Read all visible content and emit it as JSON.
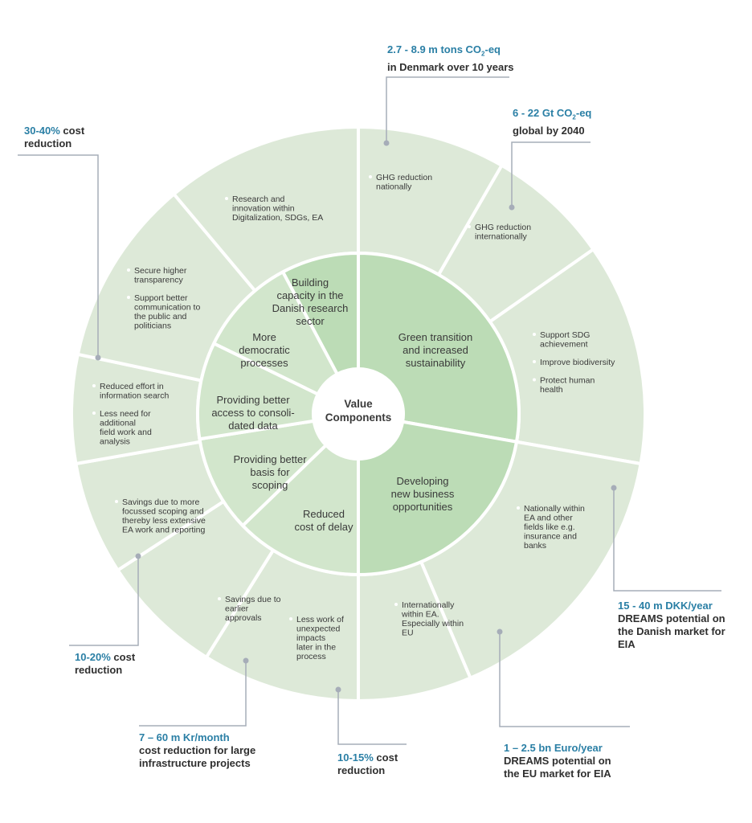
{
  "colors": {
    "outer_fill": "#dde9d8",
    "mid_fill": "#d2e6cc",
    "inner_fill": "#bcdcb6",
    "separator": "#ffffff",
    "center_fill": "#ffffff",
    "callout_accent": "#2a7fa5",
    "leader": "#a6adb8",
    "text": "#3a3a3a"
  },
  "center": {
    "line1": "Value",
    "line2": "Components"
  },
  "inner_segments": [
    {
      "id": "building",
      "lines": [
        "Building",
        "capacity in the",
        "Danish research",
        "sector"
      ]
    },
    {
      "id": "green",
      "lines": [
        "Green transition",
        "and increased",
        "sustainability"
      ]
    },
    {
      "id": "business",
      "lines": [
        "Developing",
        "new business",
        "opportunities"
      ]
    },
    {
      "id": "delay",
      "lines": [
        "Reduced",
        "cost of delay"
      ]
    },
    {
      "id": "scoping",
      "lines": [
        "Providing better",
        "basis for",
        "scoping"
      ]
    },
    {
      "id": "access",
      "lines": [
        "Providing better",
        "access to consoli-",
        "dated data"
      ]
    },
    {
      "id": "democratic",
      "lines": [
        "More",
        "democratic",
        "processes"
      ]
    }
  ],
  "outer_segments": [
    {
      "id": "research",
      "bullets": [
        [
          "Research and",
          "innovation within",
          "Digitalization, SDGs, EA"
        ]
      ]
    },
    {
      "id": "ghg-national",
      "bullets": [
        [
          "GHG reduction",
          "nationally"
        ]
      ]
    },
    {
      "id": "ghg-international",
      "bullets": [
        [
          "GHG reduction",
          "internationally"
        ]
      ]
    },
    {
      "id": "sdg",
      "bullets": [
        [
          "Support SDG",
          "achievement"
        ],
        [
          "Improve biodiversity"
        ],
        [
          "Protect human",
          "health"
        ]
      ]
    },
    {
      "id": "national-ea",
      "bullets": [
        [
          "Nationally within",
          "EA and other",
          "fields like e.g.",
          "insurance and",
          "banks"
        ]
      ]
    },
    {
      "id": "international-ea",
      "bullets": [
        [
          "Internationally",
          "within EA.",
          "Especially within",
          "EU"
        ]
      ]
    },
    {
      "id": "less-work",
      "bullets": [
        [
          "Less work of",
          "unexpected",
          "impacts",
          "later in the",
          "process"
        ]
      ]
    },
    {
      "id": "earlier-approvals",
      "bullets": [
        [
          "Savings due to",
          "earlier",
          "approvals"
        ]
      ]
    },
    {
      "id": "focussed-scoping",
      "bullets": [
        [
          "Savings due to more",
          "focussed scoping and",
          "thereby less extensive",
          "EA work and reporting"
        ]
      ]
    },
    {
      "id": "reduced-effort",
      "bullets": [
        [
          "Reduced effort in",
          "information search"
        ],
        [
          "Less need for",
          "additional",
          "field work and",
          "analysis"
        ]
      ]
    },
    {
      "id": "transparency",
      "bullets": [
        [
          "Secure higher",
          "transparency"
        ],
        [
          "Support better",
          "communication to",
          "the public and",
          "politicians"
        ]
      ]
    }
  ],
  "callouts": {
    "denmark": {
      "hl": "2.7 - 8.9 m tons CO",
      "hl_sub": "2",
      "hl_tail": "-eq",
      "text": "in Denmark over 10 years"
    },
    "global": {
      "hl": "6 - 22 Gt CO",
      "hl_sub": "2",
      "hl_tail": "-eq",
      "text": "global by 2040"
    },
    "cost3040": {
      "hl": "30-40%",
      "text1": " cost",
      "text2": "reduction"
    },
    "cost1020": {
      "hl": "10-20%",
      "text1": " cost",
      "text2": "reduction"
    },
    "danish_market": {
      "hl": "15 - 40 m DKK/year",
      "text1": "DREAMS potential on",
      "text2": "the Danish market for",
      "text3": "EIA"
    },
    "eu_market": {
      "hl": "1 – 2.5 bn Euro/year",
      "text1": "DREAMS potential on",
      "text2": "the EU market for EIA"
    },
    "infra": {
      "hl": "7 – 60 m Kr/month",
      "text1": "cost reduction for large",
      "text2": "infrastructure projects"
    },
    "cost1015": {
      "hl": "10-15%",
      "text1": " cost",
      "text2": "reduction"
    }
  }
}
